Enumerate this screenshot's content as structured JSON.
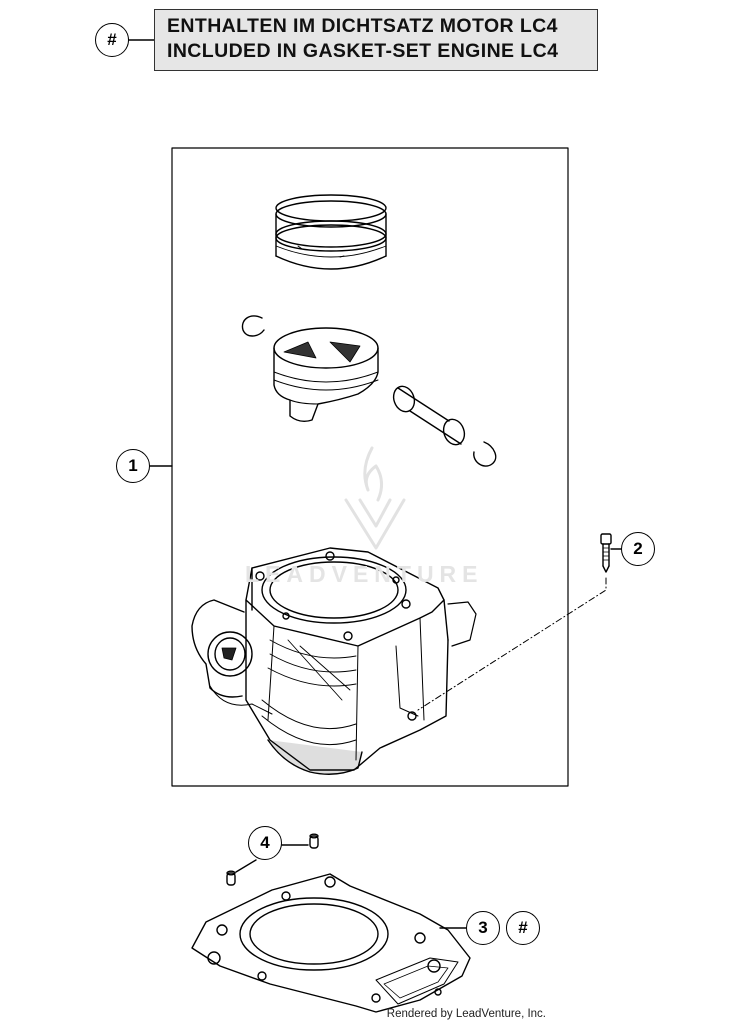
{
  "header": {
    "symbol": "#",
    "line_de": "ENTHALTEN IM DICHTSATZ MOTOR LC4",
    "line_en": "INCLUDED IN GASKET-SET ENGINE LC4"
  },
  "callouts": [
    {
      "id": "callout-1",
      "label": "1",
      "part": "cylinder"
    },
    {
      "id": "callout-2",
      "label": "2",
      "part": "screw"
    },
    {
      "id": "callout-3",
      "label": "3",
      "part": "gasket"
    },
    {
      "id": "callout-3-hash",
      "label": "#",
      "part": "gasket"
    },
    {
      "id": "callout-4",
      "label": "4",
      "part": "dowel-pin"
    }
  ],
  "watermark": {
    "text": "LEADVENTURE"
  },
  "footer": {
    "text": "Rendered by LeadVenture, Inc."
  }
}
